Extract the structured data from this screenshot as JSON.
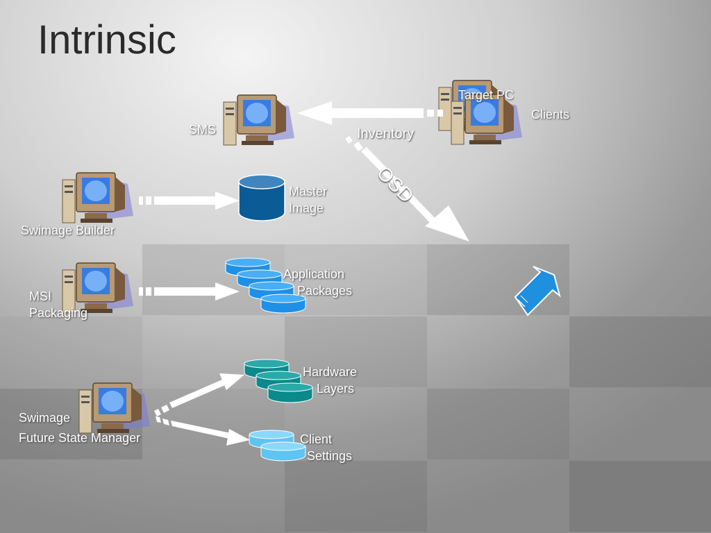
{
  "title": "Intrinsic",
  "labels": {
    "sms": "SMS",
    "target_pc": "Target PC",
    "clients": "Clients",
    "inventory": "Inventory",
    "osd": "OSD",
    "swimage_builder": "Swimage Builder",
    "master_image": "Master\nImage",
    "msi_packaging": "MSI\nPackaging",
    "application_packages": "Application\n    Packages",
    "hardware_layers": "Hardware\n    Layers",
    "swimage_fsm_line1": "Swimage",
    "swimage_fsm_line2": "Future State Manager",
    "client_settings": "Client\n  Settings"
  },
  "icons": [
    "computer-icon",
    "database-icon",
    "disk-stack-icon",
    "arrow-icon"
  ],
  "colors": {
    "cylinder_dark": "#0a5b96",
    "disk_blue": "#1e90e8",
    "disk_teal": "#0a8a8a",
    "disk_light": "#5ec4f2",
    "arrow": "#ffffff",
    "accent_arrow": "#1f8fe0"
  }
}
